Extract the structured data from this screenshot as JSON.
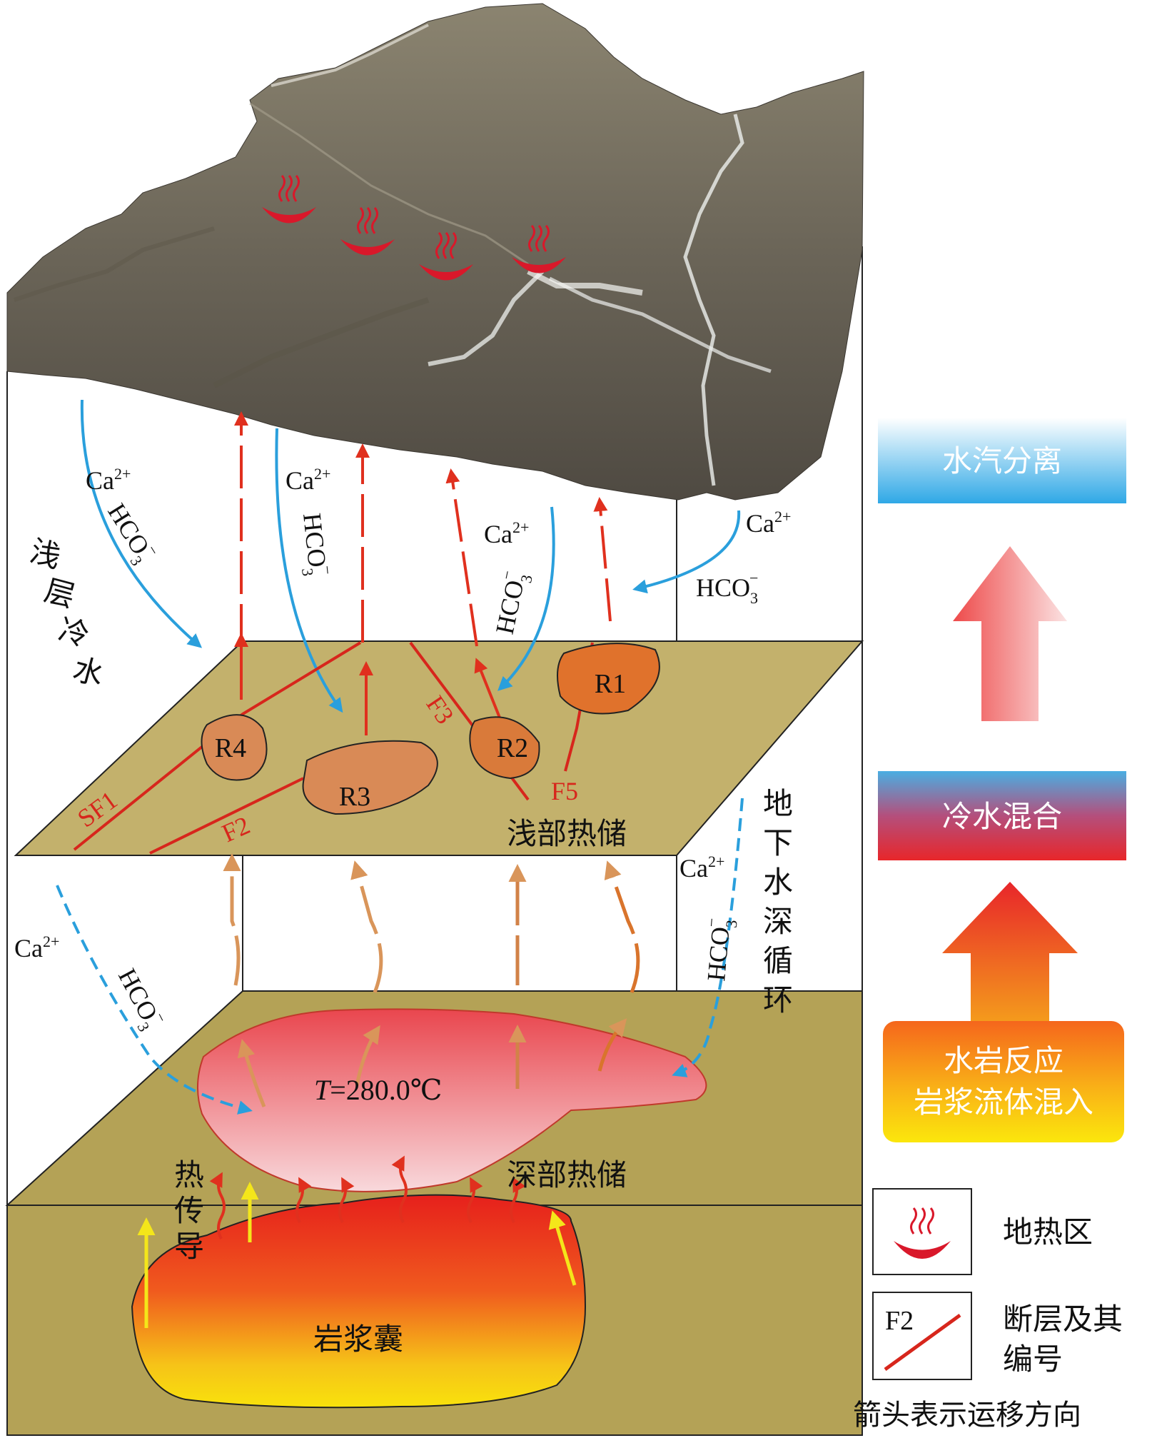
{
  "labels": {
    "ca2_top_left": "Ca",
    "ca2_top_mid": "Ca",
    "ca2_top_right": "Ca",
    "ca2_right_top": "Ca",
    "ca2_mid_right": "Ca",
    "ca2_left_bottom": "Ca",
    "sup_2plus": "2+",
    "hco3": "HCO",
    "sub3": "3",
    "sup_minus": "−",
    "shallow_cold_water": [
      "浅",
      "层",
      "冷",
      "水"
    ],
    "deep_circulation": [
      "地",
      "下",
      "水",
      "深",
      "循",
      "环"
    ],
    "heat_conduction": [
      "热",
      "传",
      "导"
    ],
    "shallow_reservoir": "浅部热储",
    "deep_reservoir": "深部热储",
    "magma_chamber": "岩浆囊",
    "temperature_T": "T",
    "temperature_value": "=280.0℃"
  },
  "reservoirs": [
    "R1",
    "R2",
    "R3",
    "R4"
  ],
  "faults": [
    "SF1",
    "F2",
    "F3",
    "F5"
  ],
  "right_panel": {
    "box_top": "水汽分离",
    "box_mid": "冷水混合",
    "box_bottom_line1": "水岩反应",
    "box_bottom_line2": "岩浆流体混入"
  },
  "legend": {
    "geothermal_area": "地热区",
    "fault_sample": "F2",
    "fault_label_line1": "断层及其",
    "fault_label_line2": "编号",
    "note": "箭头表示运移方向"
  },
  "colors": {
    "block": "#b4a256",
    "block_top": "#c3b16c",
    "fault_red": "#d7261c",
    "cold_blue": "#2a9fdc",
    "reservoir_orange": "#d98a56",
    "reservoir_dark": "#e0722c"
  }
}
